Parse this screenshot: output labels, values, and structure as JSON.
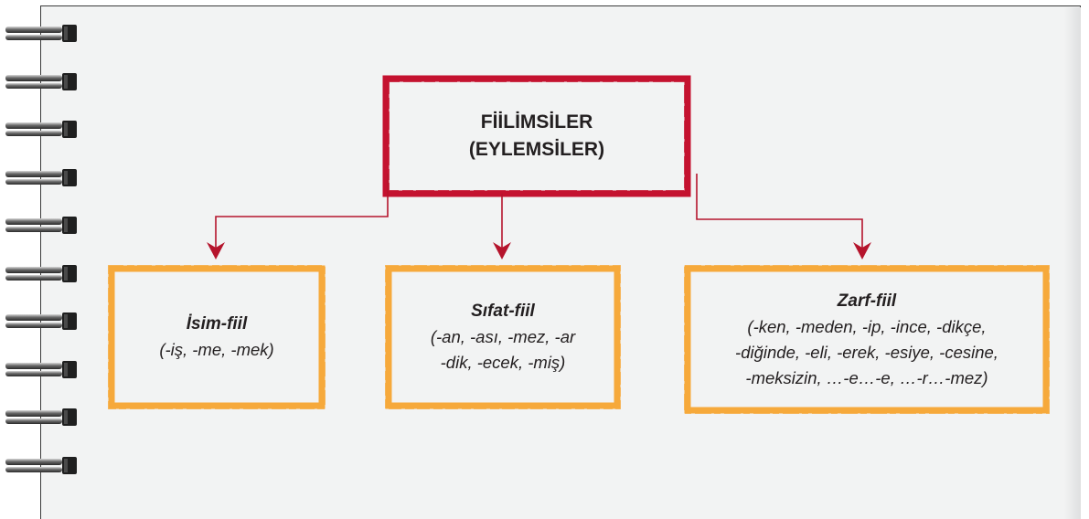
{
  "root": {
    "line1": "FİİLİMSİLER",
    "line2": "(EYLEMSİLER)"
  },
  "children": [
    {
      "title": "İsim-fiil",
      "suffixes": "(-iş, -me, -mek)"
    },
    {
      "title": "Sıfat-fiil",
      "suffixes": "(-an, -ası, -mez, -ar\n-dik, -ecek, -miş)"
    },
    {
      "title": "Zarf-fiil",
      "suffixes": "(-ken, -meden, -ip, -ince, -dikçe,\n-diğinde, -eli, -erek, -esiye, -cesine,\n-meksizin, …-e…-e, …-r…-mez)"
    }
  ],
  "colors": {
    "root_border": "#c4122f",
    "arrow": "#b5142c",
    "child_border": "#f6a93b",
    "page": "#f2f3f3",
    "text": "#231f20"
  },
  "icons": {
    "binding": "spiral-ring-icon"
  }
}
